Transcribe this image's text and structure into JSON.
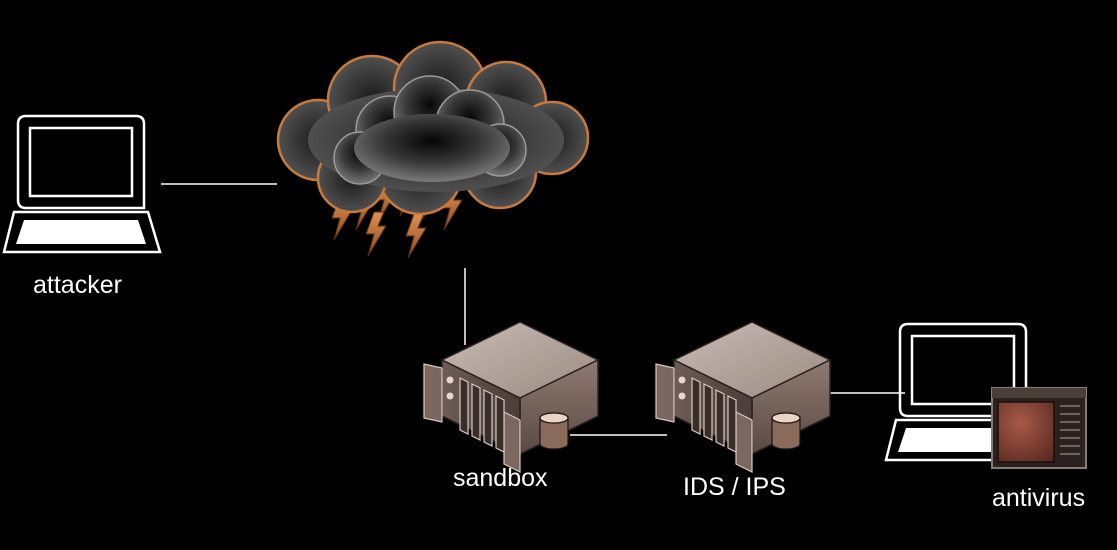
{
  "nodes": {
    "attacker": {
      "label": "attacker",
      "icon": "laptop-icon"
    },
    "internet": {
      "label": "",
      "icon": "storm-cloud-icon"
    },
    "sandbox": {
      "label": "sandbox",
      "icon": "server-icon"
    },
    "ids": {
      "label": "IDS / IPS",
      "icon": "server-icon"
    },
    "antivirus": {
      "label": "antivirus",
      "icon": "laptop-icon"
    }
  },
  "connections": [
    {
      "from": "attacker",
      "to": "internet"
    },
    {
      "from": "internet",
      "to": "sandbox"
    },
    {
      "from": "sandbox",
      "to": "ids"
    },
    {
      "from": "ids",
      "to": "antivirus"
    }
  ],
  "colors": {
    "background": "#000000",
    "line": "#ffffff",
    "cloud_outline": "#c87a3c",
    "lightning": "#c87a3c",
    "server_body": "#7a6a64",
    "antivirus_screen": "#8a4538"
  }
}
